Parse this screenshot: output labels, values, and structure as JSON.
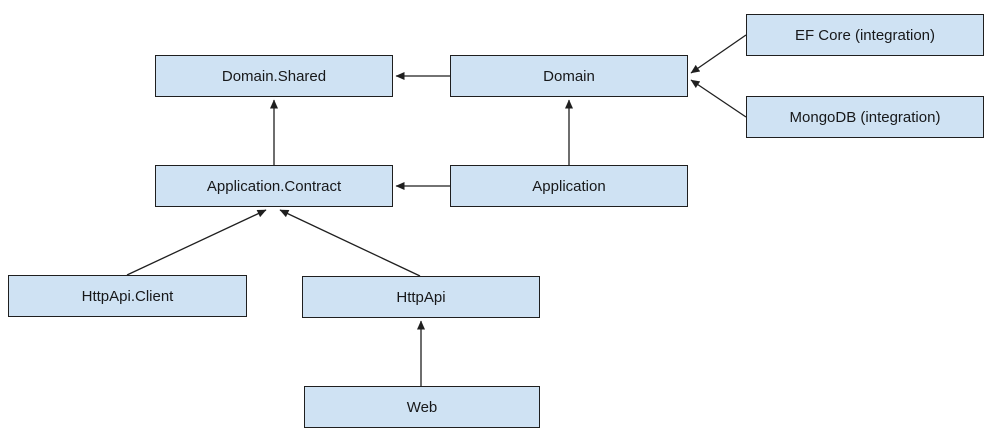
{
  "canvas": {
    "background": "#ffffff"
  },
  "style": {
    "node_fill": "#cfe2f3",
    "node_border": "#1f1f1f",
    "text_color": "#17181a",
    "arrow_color": "#1f1f1f"
  },
  "diagram": {
    "type": "dependency-graph",
    "nodes": [
      {
        "id": "domain-shared",
        "label": "Domain.Shared"
      },
      {
        "id": "domain",
        "label": "Domain"
      },
      {
        "id": "ef-core",
        "label": "EF Core (integration)"
      },
      {
        "id": "mongodb",
        "label": "MongoDB (integration)"
      },
      {
        "id": "application-contract",
        "label": "Application.Contract"
      },
      {
        "id": "application",
        "label": "Application"
      },
      {
        "id": "httpapi-client",
        "label": "HttpApi.Client"
      },
      {
        "id": "httpapi",
        "label": "HttpApi"
      },
      {
        "id": "web",
        "label": "Web"
      }
    ],
    "edges": [
      {
        "from": "Domain",
        "to": "Domain.Shared"
      },
      {
        "from": "EF Core (integration)",
        "to": "Domain"
      },
      {
        "from": "MongoDB (integration)",
        "to": "Domain"
      },
      {
        "from": "Application",
        "to": "Domain"
      },
      {
        "from": "Application",
        "to": "Application.Contract"
      },
      {
        "from": "Application.Contract",
        "to": "Domain.Shared"
      },
      {
        "from": "HttpApi.Client",
        "to": "Application.Contract"
      },
      {
        "from": "HttpApi",
        "to": "Application.Contract"
      },
      {
        "from": "Web",
        "to": "HttpApi"
      }
    ]
  }
}
